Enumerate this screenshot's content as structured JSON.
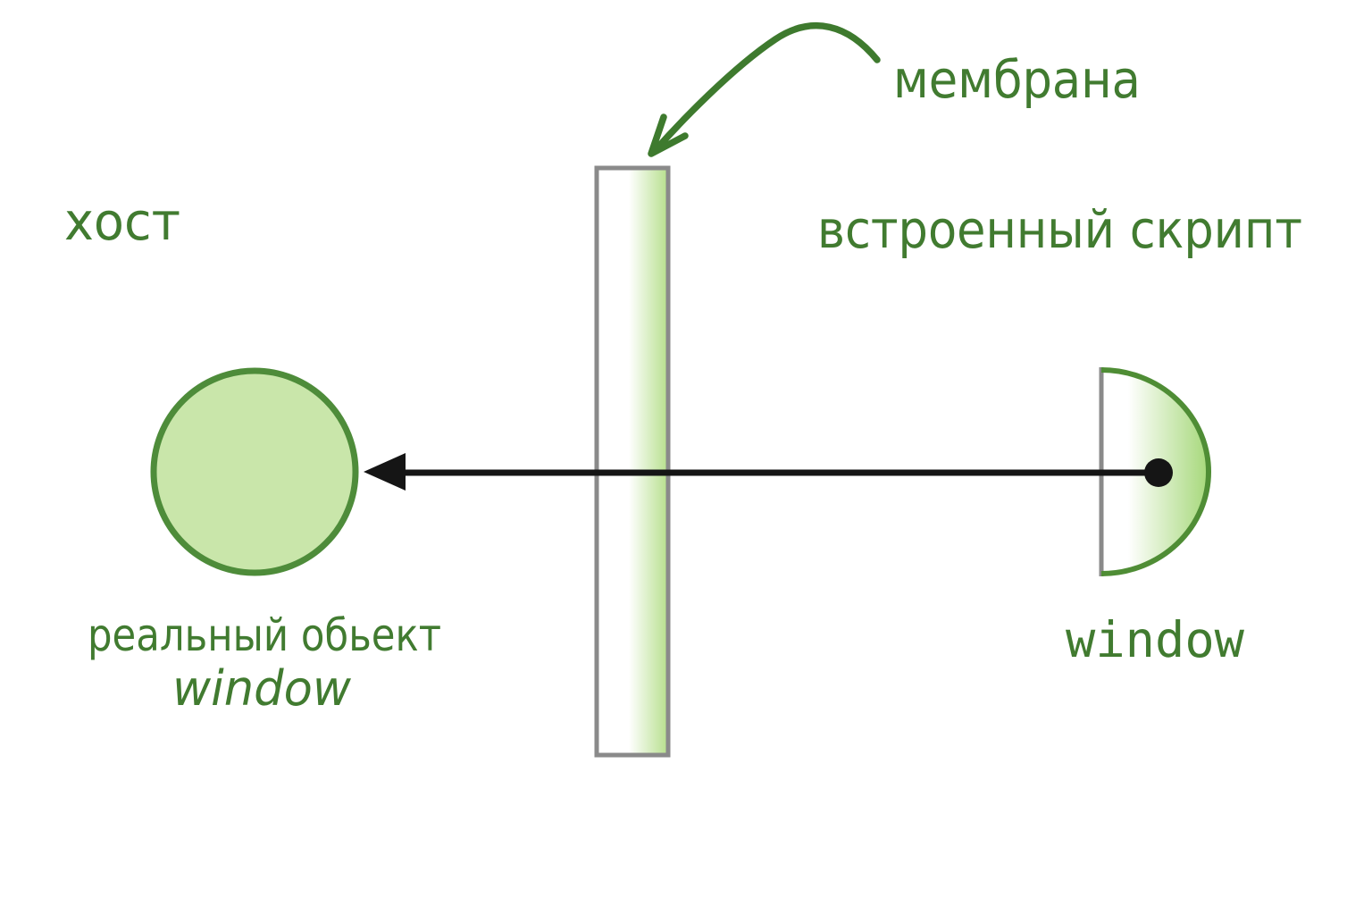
{
  "labels": {
    "host": "хост",
    "membrane": "мембрана",
    "embedded_script": "встроенный скрипт",
    "real_object": "реальный обьект",
    "real_object_name": "window",
    "proxy_window": "window"
  },
  "colors": {
    "background": "#ffffff",
    "text_green": "#417b30",
    "arrow_green": "#3e7a2e",
    "circle_fill": "#c9e6aa",
    "circle_stroke": "#4e8c3a",
    "membrane_border": "#8a8a8a",
    "membrane_white": "#ffffff",
    "membrane_green": "#b6df8c",
    "semicircle_white": "#ffffff",
    "semicircle_green": "#a6d87a",
    "semicircle_stroke": "#4f8d35",
    "connector_black": "#151515"
  }
}
